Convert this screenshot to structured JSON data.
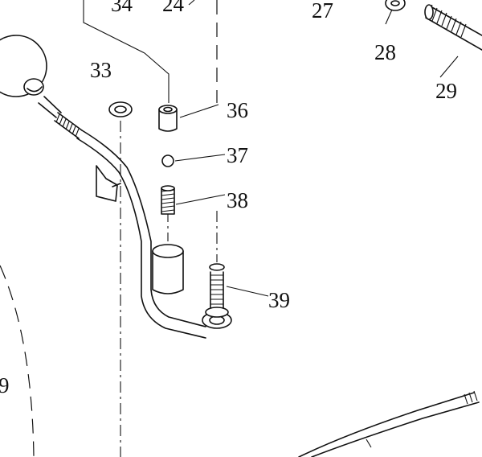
{
  "labels": {
    "l34": "34",
    "l24": "24",
    "l27": "27",
    "l28": "28",
    "l29": "29",
    "l33": "33",
    "l36": "36",
    "l37": "37",
    "l38": "38",
    "l39": "39",
    "l9": "9"
  }
}
